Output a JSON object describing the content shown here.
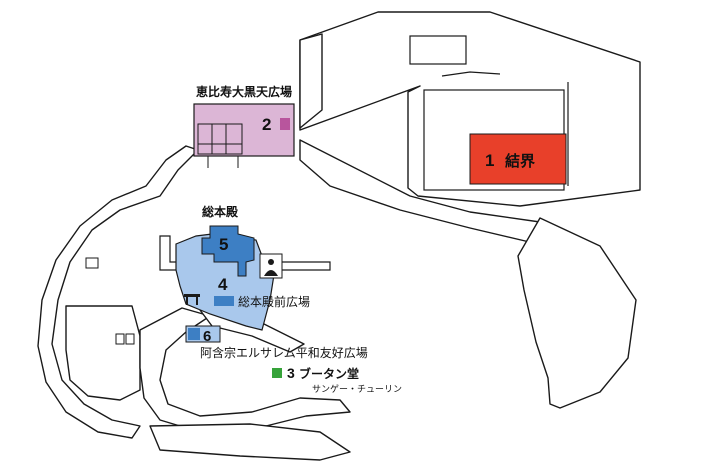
{
  "colors": {
    "road_fill": "#ffffff",
    "road_stroke": "#1a1a1a",
    "kekkai": "#e8402a",
    "ebisu_plaza": "#dcb6d6",
    "ebisu_marker": "#b8559d",
    "honden": "#3d7fc4",
    "honden_plaza": "#a9c8ec",
    "bhutan_marker": "#36a33a"
  },
  "areas": {
    "kekkai": {
      "number": "1",
      "name": "結界"
    },
    "ebisu_daikokuten_plaza": {
      "number": "2",
      "name": "恵比寿大黒天広場"
    },
    "bhutan_hall": {
      "number": "3",
      "name": "ブータン堂",
      "subtitle": "サンゲー・チューリン"
    },
    "honden_front_plaza": {
      "number": "4",
      "name": "総本殿前広場"
    },
    "honden": {
      "number": "5",
      "name": "総本殿"
    },
    "jerusalem_plaza": {
      "number": "6",
      "name": "阿含宗エルサレム平和友好広場"
    }
  }
}
